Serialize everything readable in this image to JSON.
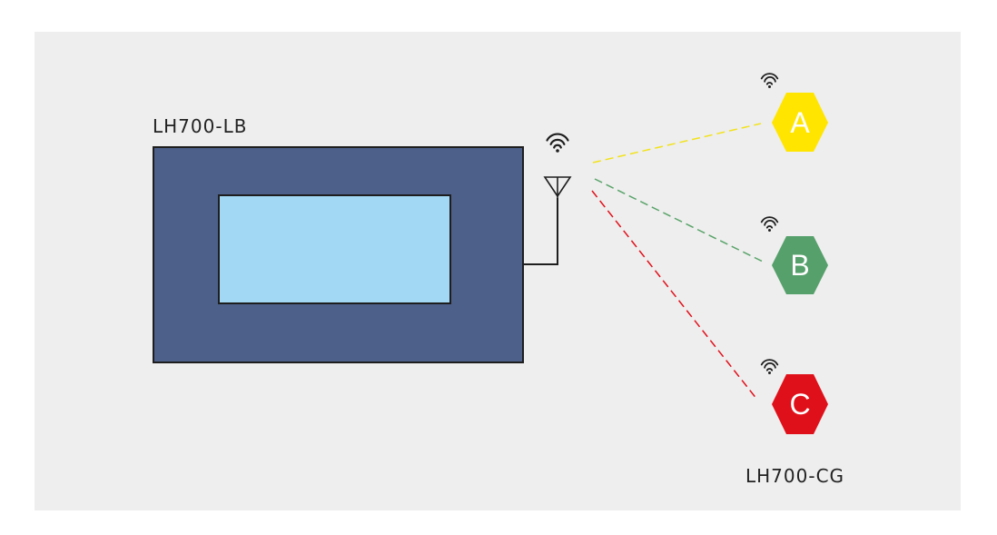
{
  "controller": {
    "label": "LH700-LB",
    "body_color": "#4d608a",
    "screen_color": "#a3d8f4",
    "outline_color": "#1e1e1e"
  },
  "receiver_group_label": "LH700-CG",
  "nodes": [
    {
      "letter": "A",
      "color": "#ffe500",
      "link_color": "#f2e21a"
    },
    {
      "letter": "B",
      "color": "#56a06b",
      "link_color": "#5aa46a"
    },
    {
      "letter": "C",
      "color": "#e0101a",
      "link_color": "#e0101a"
    }
  ],
  "icons": {
    "antenna": "antenna-icon",
    "wireless": "wifi-icon"
  },
  "background_color": "#eeeeee"
}
